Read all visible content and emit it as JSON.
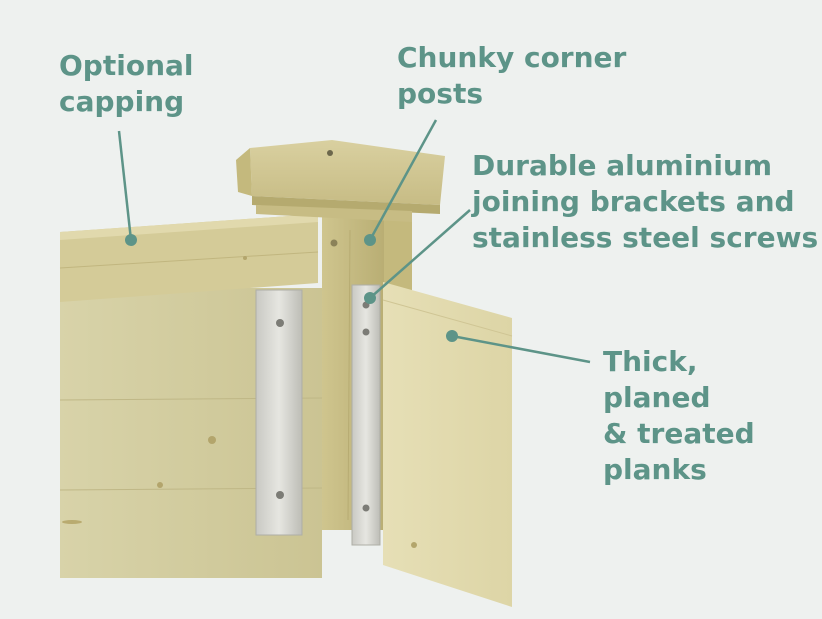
{
  "annotations": {
    "capping": {
      "lines": [
        "Optional",
        "capping"
      ]
    },
    "posts": {
      "lines": [
        "Chunky corner",
        "posts"
      ]
    },
    "brackets": {
      "lines": [
        "Durable aluminium",
        "joining brackets and",
        "stainless steel screws"
      ]
    },
    "planks": {
      "lines": [
        "Thick,",
        "planed",
        "& treated",
        "planks"
      ]
    }
  },
  "colors": {
    "annotation_text": "#5d9488",
    "background": "#eef1ef",
    "wood_light": "#e2ddb5",
    "wood_mid": "#cfc690",
    "wood_dark": "#a99d63",
    "bracket_metal": "#d7d7d2"
  }
}
